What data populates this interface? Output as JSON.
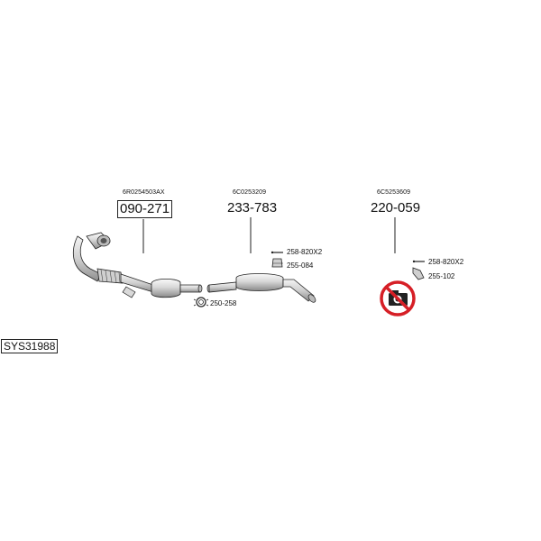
{
  "groups": [
    {
      "oem_ref": "6R0254503AX",
      "part_no": "090-271",
      "boxed": true
    },
    {
      "oem_ref": "6C0253209",
      "part_no": "233-783",
      "boxed": false
    },
    {
      "oem_ref": "6C5253609",
      "part_no": "220-059",
      "boxed": false
    }
  ],
  "accessories": {
    "a1": "258-820X2",
    "a2": "255-084",
    "a3": "250-258",
    "a4": "258-820X2",
    "a5": "255-102"
  },
  "system_code": "SYS31988",
  "colors": {
    "line": "#222222",
    "prohibit_red": "#d61f26",
    "metal_light": "#e4e4e4",
    "metal_dark": "#9a9a9a"
  },
  "icons": {
    "not_available": "no-camera-prohibited-icon"
  }
}
